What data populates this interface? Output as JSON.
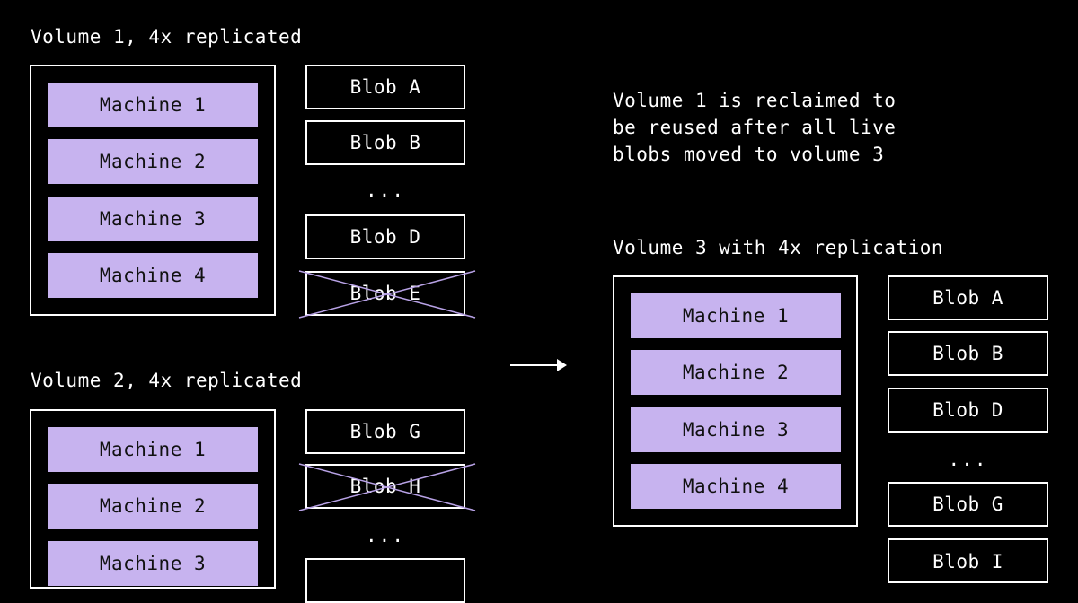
{
  "colors": {
    "background": "#000000",
    "machine_fill": "#c7b3ef",
    "cross_line": "#b8a2e6"
  },
  "volume1": {
    "title": "Volume 1, 4x replicated",
    "machines": [
      "Machine 1",
      "Machine 2",
      "Machine 3",
      "Machine 4"
    ],
    "blobs": [
      "Blob A",
      "Blob B",
      "...",
      "Blob D",
      "Blob E"
    ],
    "deleted_blob": "Blob E"
  },
  "volume2": {
    "title": "Volume 2, 4x replicated",
    "machines": [
      "Machine 1",
      "Machine 2",
      "Machine 3"
    ],
    "blobs": [
      "Blob G",
      "Blob H",
      "..."
    ],
    "deleted_blob": "Blob H"
  },
  "note": {
    "lines": [
      "Volume 1 is reclaimed to",
      "be reused after all live",
      "blobs moved to volume 3"
    ]
  },
  "volume3": {
    "title": "Volume 3 with 4x replication",
    "machines": [
      "Machine 1",
      "Machine 2",
      "Machine 3",
      "Machine 4"
    ],
    "blobs": [
      "Blob A",
      "Blob B",
      "Blob D",
      "...",
      "Blob G",
      "Blob I"
    ]
  }
}
